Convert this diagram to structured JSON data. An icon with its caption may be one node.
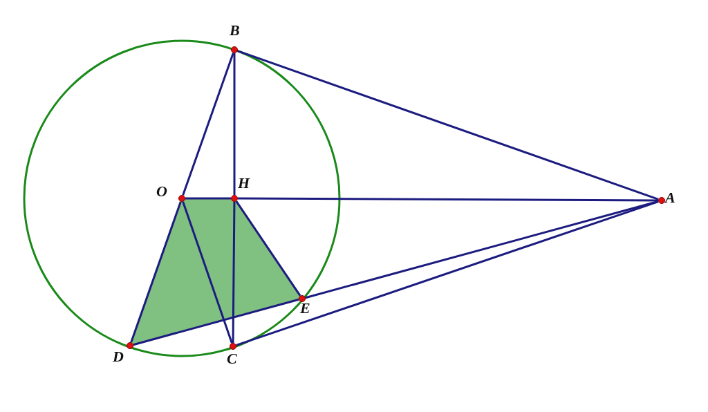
{
  "diagram": {
    "nodes": [
      {
        "text": [
          "B"
        ]
      },
      {
        "text": [
          "O"
        ]
      },
      {
        "text": [
          "H"
        ]
      },
      {
        "text": [
          "A"
        ]
      },
      {
        "text": [
          "E"
        ]
      },
      {
        "text": [
          "D"
        ]
      },
      {
        "text": [
          "C"
        ]
      }
    ],
    "edges": [
      {
        "from": 0,
        "to": 1,
        "arrow": "none"
      },
      {
        "from": 0,
        "to": 2,
        "arrow": "none"
      },
      {
        "from": 0,
        "to": 3,
        "arrow": "none"
      },
      {
        "from": 1,
        "to": 2,
        "arrow": "none"
      },
      {
        "from": 2,
        "to": 3,
        "arrow": "none"
      },
      {
        "from": 1,
        "to": 5,
        "arrow": "none"
      },
      {
        "from": 1,
        "to": 6,
        "arrow": "none"
      },
      {
        "from": 2,
        "to": 6,
        "arrow": "none"
      },
      {
        "from": 2,
        "to": 4,
        "arrow": "none"
      },
      {
        "from": 5,
        "to": 4,
        "arrow": "none"
      },
      {
        "from": 4,
        "to": 3,
        "arrow": "none"
      },
      {
        "from": 6,
        "to": 3,
        "arrow": "none"
      }
    ]
  }
}
